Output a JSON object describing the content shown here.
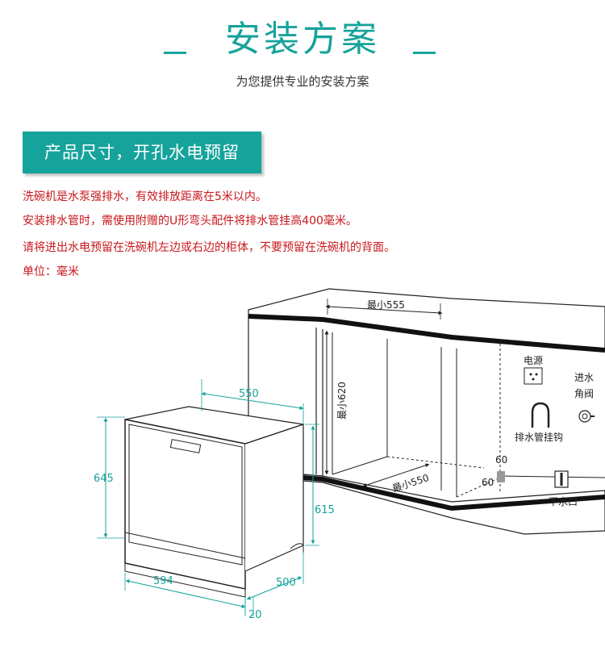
{
  "header": {
    "title": "安装方案",
    "subtitle": "为您提供专业的安装方案"
  },
  "section": {
    "title": "产品尺寸，开孔水电预留"
  },
  "notes": [
    "洗碗机是水泵强排水，有效排放距离在5米以内。",
    "安装排水管时，需使用附赠的U形弯头配件将排水管挂高400毫米。",
    "请将进出水电预留在洗碗机左边或右边的柜体，不要预留在洗碗机的背面。",
    "单位：毫米"
  ],
  "diagram": {
    "machine": {
      "width": "550",
      "height": "645",
      "front_width": "594",
      "depth": "500",
      "side_height": "615",
      "bottom_gap": "20"
    },
    "cabinet": {
      "min_width": "最小555",
      "min_height": "最小620",
      "min_depth": "最小550",
      "corner_1": "60",
      "corner_2": "60"
    },
    "labels": {
      "power": "电源",
      "inlet_valve": "进水\n角阀",
      "inlet_line1": "进水",
      "inlet_line2": "角阀",
      "drain_hook": "排水管挂钩",
      "drain_outlet": "下水口"
    },
    "colors": {
      "accent": "#16a39b",
      "note": "#c8171c"
    }
  }
}
